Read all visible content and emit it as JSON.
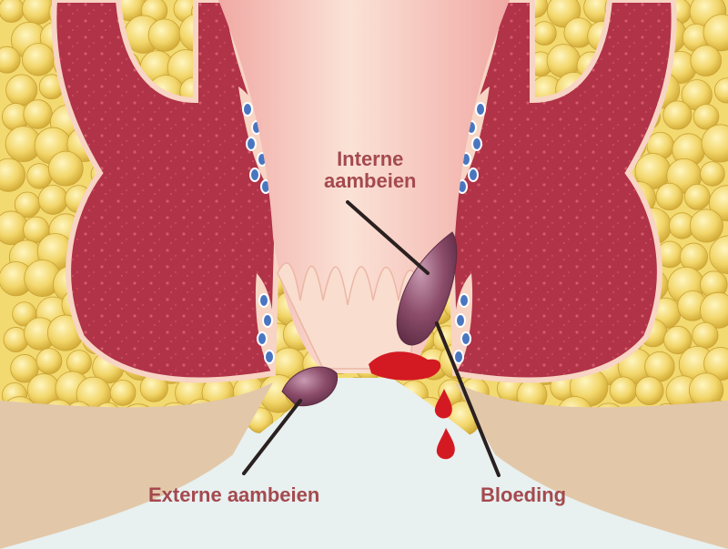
{
  "labels": {
    "internal_line1": "Interne",
    "internal_line2": "aambeien",
    "external": "Externe aambeien",
    "bleeding": "Bloeding"
  },
  "colors": {
    "fat": "#f2d970",
    "fat_shadow": "#d9b53c",
    "muscle": "#b03348",
    "muscle_speckle": "#d4596a",
    "canal": "#f6c9b8",
    "lining": "#f7d4c4",
    "hemorrhoid": "#8a4a66",
    "blood": "#d31a22",
    "skin": "#e2c8a9",
    "background": "#e8f0f0",
    "label": "#a44a4e",
    "pointer": "#2b2020"
  }
}
